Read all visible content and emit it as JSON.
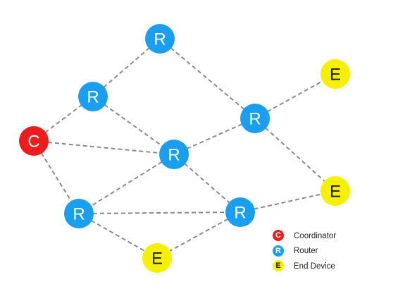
{
  "colors": {
    "coordinator": "#ee1c1c",
    "router": "#1a9ff0",
    "end_device": "#f5f000",
    "edge": "#8a8a8a"
  },
  "nodes": [
    {
      "id": "c1",
      "type": "coordinator",
      "label": "C"
    },
    {
      "id": "r_top",
      "type": "router",
      "label": "R"
    },
    {
      "id": "r_upper_left",
      "type": "router",
      "label": "R"
    },
    {
      "id": "r_center",
      "type": "router",
      "label": "R"
    },
    {
      "id": "r_right",
      "type": "router",
      "label": "R"
    },
    {
      "id": "r_lower_left",
      "type": "router",
      "label": "R"
    },
    {
      "id": "r_lower_mid",
      "type": "router",
      "label": "R"
    },
    {
      "id": "e_top_right",
      "type": "end_device",
      "label": "E"
    },
    {
      "id": "e_right",
      "type": "end_device",
      "label": "E"
    },
    {
      "id": "e_bottom",
      "type": "end_device",
      "label": "E"
    }
  ],
  "edges": [
    [
      "c1",
      "r_upper_left"
    ],
    [
      "c1",
      "r_center"
    ],
    [
      "c1",
      "r_lower_left"
    ],
    [
      "r_upper_left",
      "r_top"
    ],
    [
      "r_upper_left",
      "r_center"
    ],
    [
      "r_top",
      "r_right"
    ],
    [
      "r_right",
      "e_top_right"
    ],
    [
      "r_right",
      "r_center"
    ],
    [
      "r_right",
      "e_right"
    ],
    [
      "r_center",
      "r_lower_left"
    ],
    [
      "r_center",
      "r_lower_mid"
    ],
    [
      "r_lower_left",
      "r_lower_mid"
    ],
    [
      "r_lower_left",
      "e_bottom"
    ],
    [
      "r_lower_mid",
      "e_bottom"
    ],
    [
      "r_lower_mid",
      "e_right"
    ]
  ],
  "legend": {
    "items": [
      {
        "type": "coordinator",
        "letter": "C",
        "text": "Coordinator"
      },
      {
        "type": "router",
        "letter": "R",
        "text": "Router"
      },
      {
        "type": "end_device",
        "letter": "E",
        "text": "End Device"
      }
    ]
  }
}
